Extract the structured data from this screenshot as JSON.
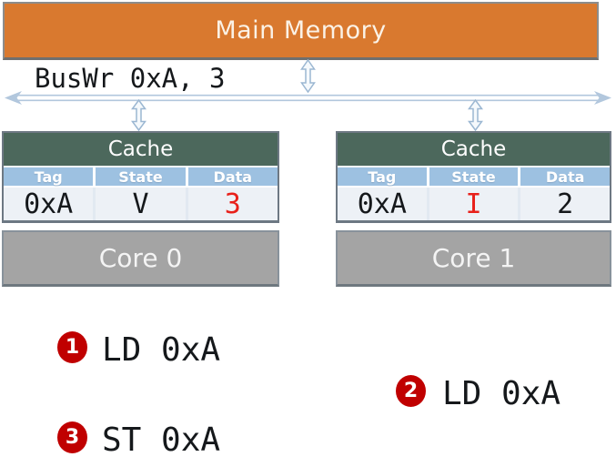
{
  "memory": {
    "label": "Main Memory"
  },
  "bus": {
    "label": "BusWr 0xA, 3"
  },
  "caches": [
    {
      "title": "Cache",
      "columns": {
        "tag": "Tag",
        "state": "State",
        "data": "Data"
      },
      "row": {
        "tag": "0xA",
        "state": "V",
        "data": "3"
      },
      "highlighted_cell": "data"
    },
    {
      "title": "Cache",
      "columns": {
        "tag": "Tag",
        "state": "State",
        "data": "Data"
      },
      "row": {
        "tag": "0xA",
        "state": "I",
        "data": "2"
      },
      "highlighted_cell": "state"
    }
  ],
  "cores": [
    {
      "label": "Core 0"
    },
    {
      "label": "Core 1"
    }
  ],
  "steps": [
    {
      "number": "1",
      "text": "LD 0xA"
    },
    {
      "number": "2",
      "text": "LD 0xA"
    },
    {
      "number": "3",
      "text": "ST 0xA"
    }
  ],
  "icons": {
    "bus": "double-headed-horizontal-arrow",
    "connectors": "double-headed-vertical-arrow"
  },
  "colors": {
    "memory_fill": "#D9792F",
    "cache_header_fill": "#4C685C",
    "column_header_fill": "#9DC1E1",
    "row_fill": "#EDF1F6",
    "core_fill": "#A4A4A4",
    "bus_arrow": "#B2C7DD",
    "highlight_red": "#E8201A",
    "step_circle_red": "#C00000"
  }
}
